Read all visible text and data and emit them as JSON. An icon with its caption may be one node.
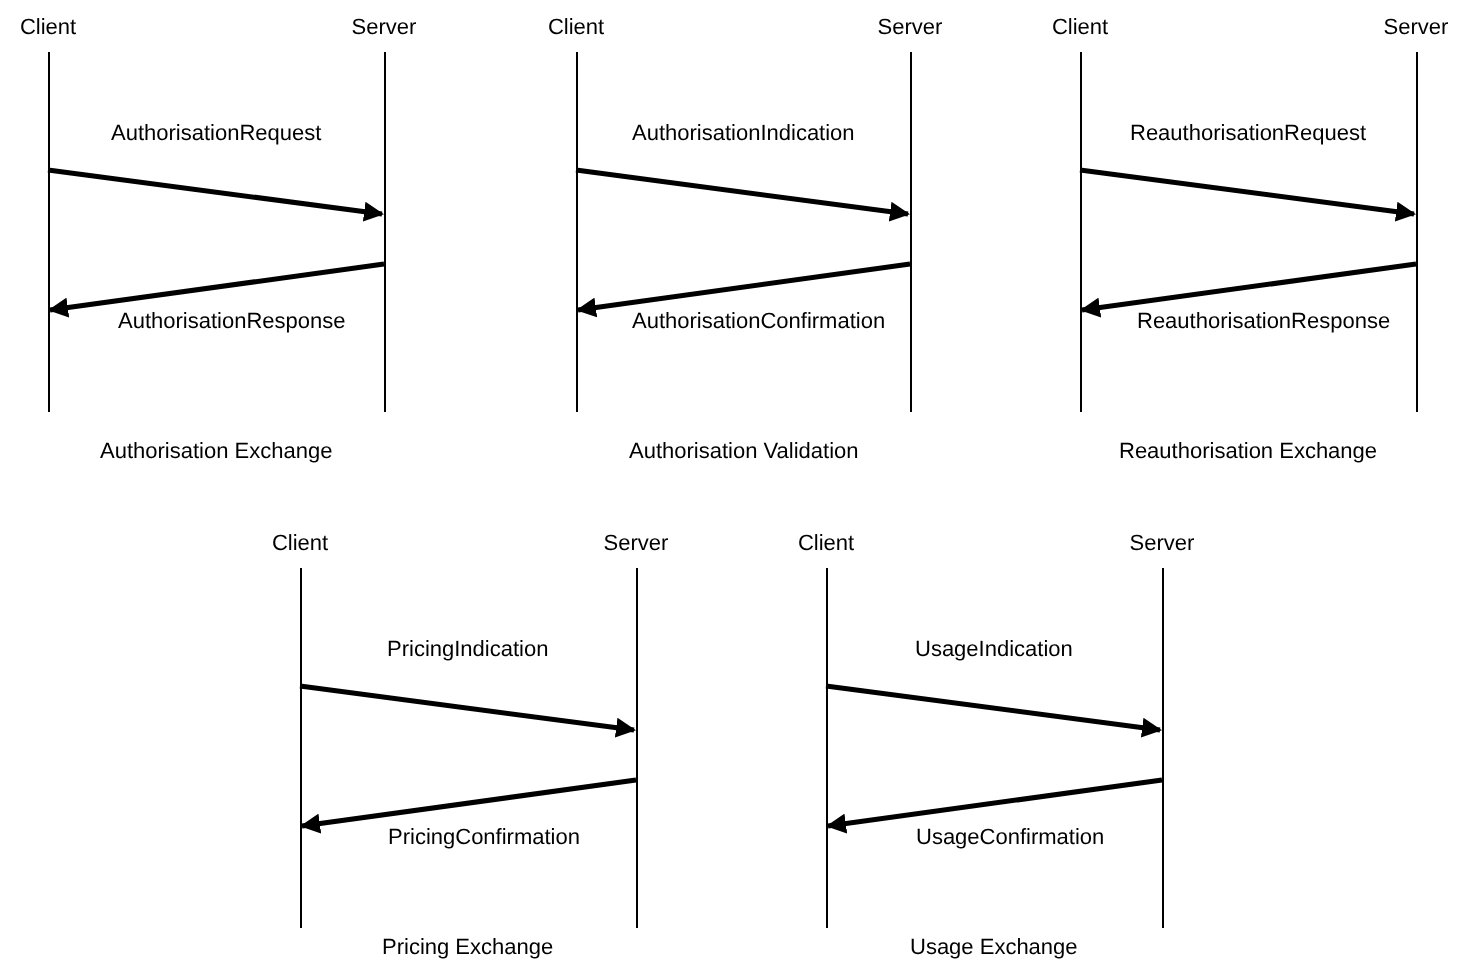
{
  "diagram": {
    "nodes": [
      {
        "text": [
          "Client"
        ]
      },
      {
        "text": [
          "Server"
        ]
      },
      {
        "text": [
          "Client"
        ]
      },
      {
        "text": [
          "Server"
        ]
      },
      {
        "text": [
          "Client"
        ]
      },
      {
        "text": [
          "Server"
        ]
      },
      {
        "text": [
          "Client"
        ]
      },
      {
        "text": [
          "Server"
        ]
      },
      {
        "text": [
          "Client"
        ]
      },
      {
        "text": [
          "Server"
        ]
      }
    ],
    "edges": [
      {
        "from": 0,
        "to": 1,
        "arrow": "to",
        "label": "AuthorisationRequest"
      },
      {
        "from": 1,
        "to": 0,
        "arrow": "to",
        "label": "AuthorisationResponse"
      },
      {
        "from": 2,
        "to": 3,
        "arrow": "to",
        "label": "AuthorisationIndication"
      },
      {
        "from": 3,
        "to": 2,
        "arrow": "to",
        "label": "AuthorisationConfirmation"
      },
      {
        "from": 4,
        "to": 5,
        "arrow": "to",
        "label": "ReauthorisationRequest"
      },
      {
        "from": 5,
        "to": 4,
        "arrow": "to",
        "label": "ReauthorisationResponse"
      },
      {
        "from": 6,
        "to": 7,
        "arrow": "to",
        "label": "PricingIndication"
      },
      {
        "from": 7,
        "to": 6,
        "arrow": "to",
        "label": "PricingConfirmation"
      },
      {
        "from": 8,
        "to": 9,
        "arrow": "to",
        "label": "UsageIndication"
      },
      {
        "from": 9,
        "to": 8,
        "arrow": "to",
        "label": "UsageConfirmation"
      }
    ],
    "labels": [
      "Authorisation Exchange",
      "Authorisation Validation",
      "Reauthorisation Exchange",
      "Pricing Exchange",
      "Usage Exchange"
    ]
  }
}
